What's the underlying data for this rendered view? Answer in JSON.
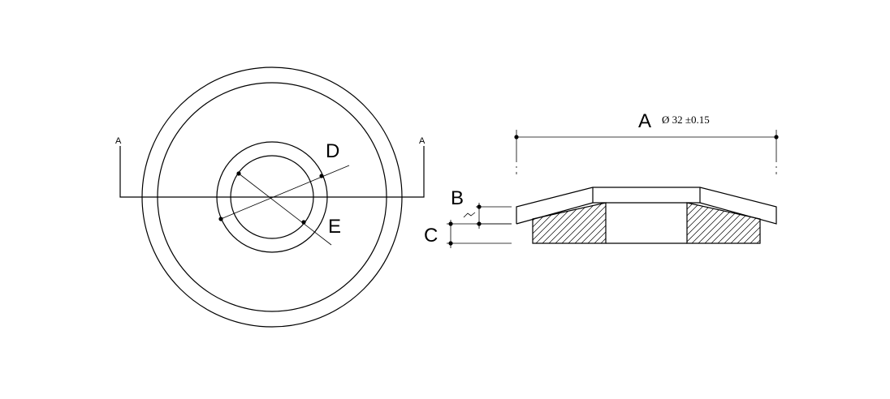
{
  "plan_view": {
    "section_marker_left": "A",
    "section_marker_right": "A",
    "label_d": "D",
    "label_e": "E"
  },
  "section_view": {
    "label_a": "A",
    "dimension_a": "Ø 32 ±0.15",
    "label_b": "B",
    "label_c": "C"
  }
}
